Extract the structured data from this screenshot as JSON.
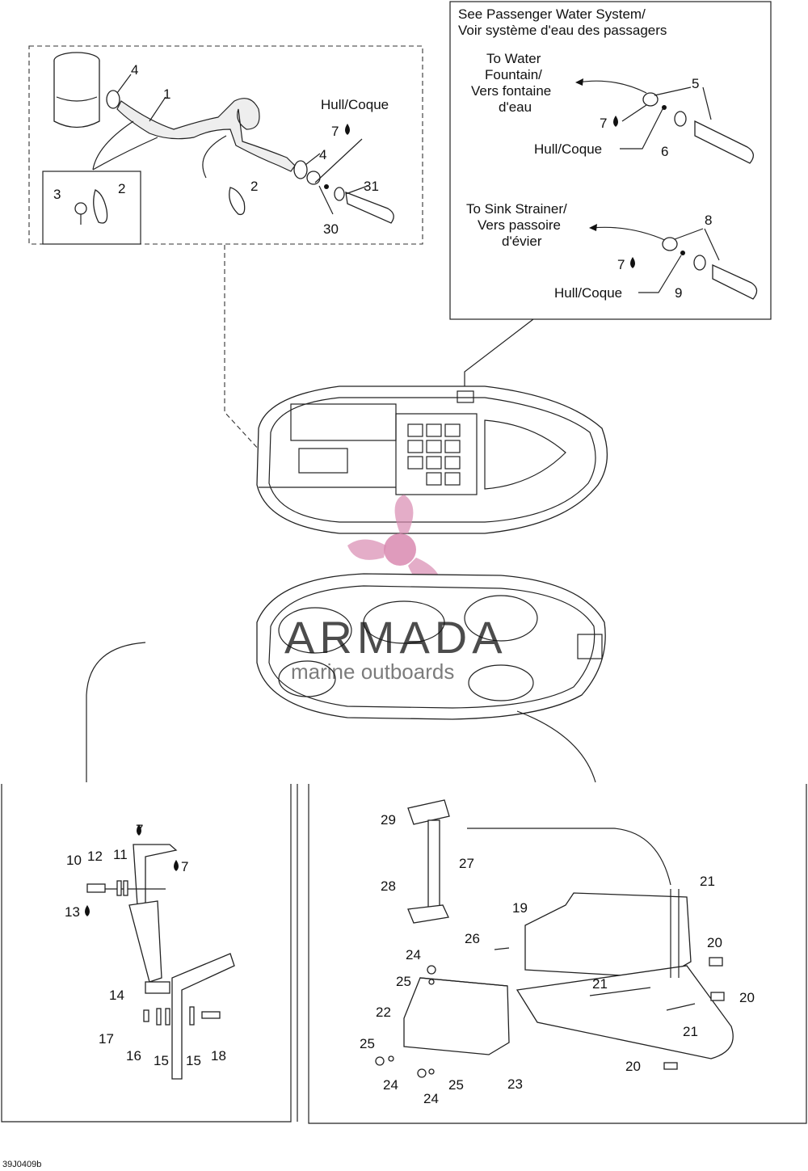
{
  "boxes": {
    "top_right": {
      "title_line1": "See Passenger Water System/",
      "title_line2": "Voir système d'eau des passagers",
      "fountain_line1": "To Water",
      "fountain_line2": "Fountain/",
      "fountain_line3": "Vers fontaine",
      "fountain_line4": "d'eau",
      "sink_line1": "To Sink Strainer/",
      "sink_line2": "Vers passoire",
      "sink_line3": "d'évier",
      "hull_a": "Hull/Coque",
      "hull_b": "Hull/Coque"
    },
    "top_left": {
      "hull": "Hull/Coque"
    }
  },
  "callouts": {
    "c1": "1",
    "c2a": "2",
    "c2b": "2",
    "c3": "3",
    "c4a": "4",
    "c4b": "4",
    "c5": "5",
    "c6": "6",
    "c7a": "7",
    "c7b": "7",
    "c7c": "7",
    "c7d": "7",
    "c7e": "7",
    "c8": "8",
    "c9": "9",
    "c10": "10",
    "c11": "11",
    "c12": "12",
    "c13": "13",
    "c14": "14",
    "c15a": "15",
    "c15b": "15",
    "c16": "16",
    "c17": "17",
    "c18": "18",
    "c19": "19",
    "c20a": "20",
    "c20b": "20",
    "c20c": "20",
    "c21a": "21",
    "c21b": "21",
    "c21c": "21",
    "c22": "22",
    "c23": "23",
    "c24a": "24",
    "c24b": "24",
    "c24c": "24",
    "c25a": "25",
    "c25b": "25",
    "c25c": "25",
    "c26": "26",
    "c27": "27",
    "c28": "28",
    "c29": "29",
    "c30": "30",
    "c31": "31"
  },
  "watermark": {
    "brand": "ARMADA",
    "tagline": "marine outboards",
    "color": "#d98ab0"
  },
  "drawing_code": "39J0409b"
}
